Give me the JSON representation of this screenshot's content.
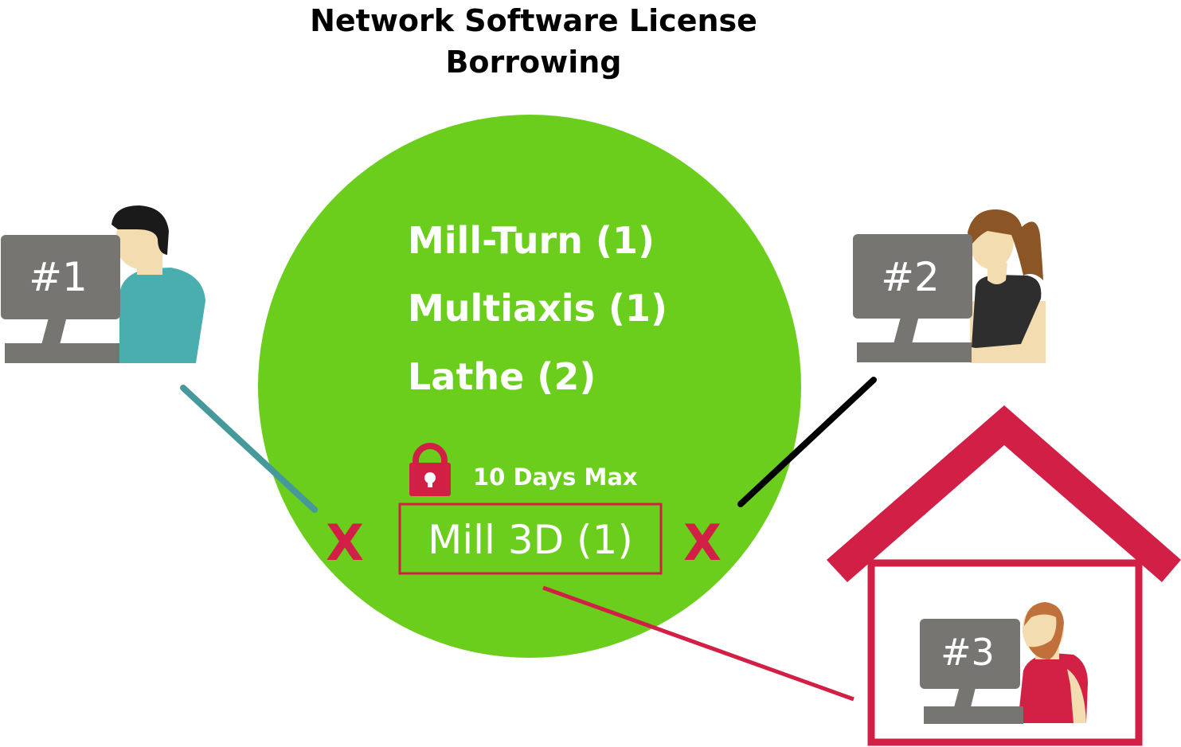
{
  "title_line1": "Network Software License",
  "title_line2": "Borrowing",
  "licenses": [
    {
      "label": "Mill-Turn (1)"
    },
    {
      "label": "Multiaxis (1)"
    },
    {
      "label": "Lathe (2)"
    }
  ],
  "borrowed": {
    "lock_label": "10 Days Max",
    "license_label": "Mill 3D (1)",
    "blocked_mark_left": "X",
    "blocked_mark_right": "X"
  },
  "users": [
    {
      "label": "#1",
      "shirt_color": "#4aaeae"
    },
    {
      "label": "#2",
      "shirt_color": "#2e2e2e"
    },
    {
      "label": "#3",
      "shirt_color": "#d32146"
    }
  ],
  "colors": {
    "pool": "#6bcd1c",
    "borrow_accent": "#d11f45",
    "monitor": "#767571",
    "skin": "#f2dcb0",
    "link_user1": "#46999b",
    "link_user2": "#000000"
  }
}
